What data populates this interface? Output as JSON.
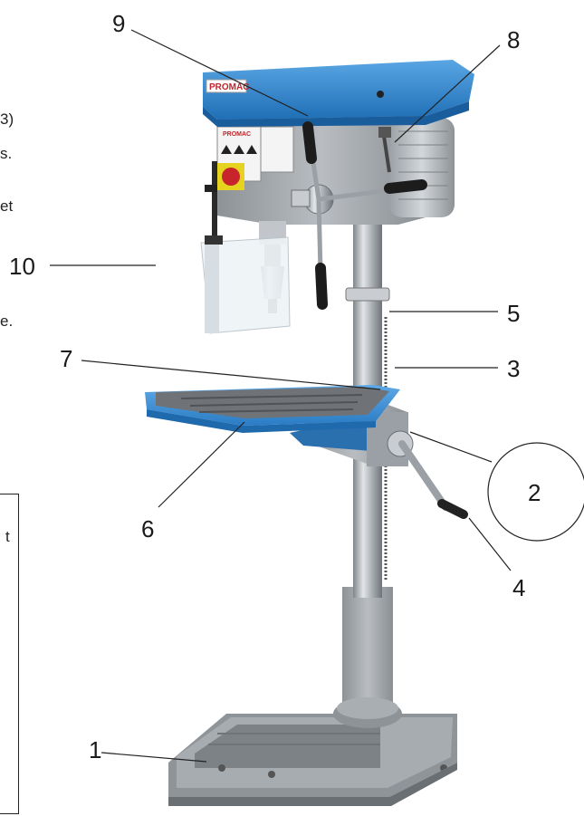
{
  "edge_text": {
    "fragments": [
      "3)",
      "s.",
      "et",
      "e.",
      "t"
    ]
  },
  "callouts": {
    "c1": "1",
    "c2": "2",
    "c3": "3",
    "c4": "4",
    "c5": "5",
    "c6": "6",
    "c7": "7",
    "c8": "8",
    "c9": "9",
    "c10": "10"
  },
  "branding": {
    "head_logo": "PROMAC",
    "label_logo": "PROMAC"
  },
  "colors": {
    "head_blue": "#2f86cf",
    "body_grey": "#9ea3a8",
    "column_steel": "#b8bcc0",
    "table_blue": "#3a8fd6",
    "handle_black": "#1c1c1c",
    "guard_clear": "#eef3f6"
  }
}
